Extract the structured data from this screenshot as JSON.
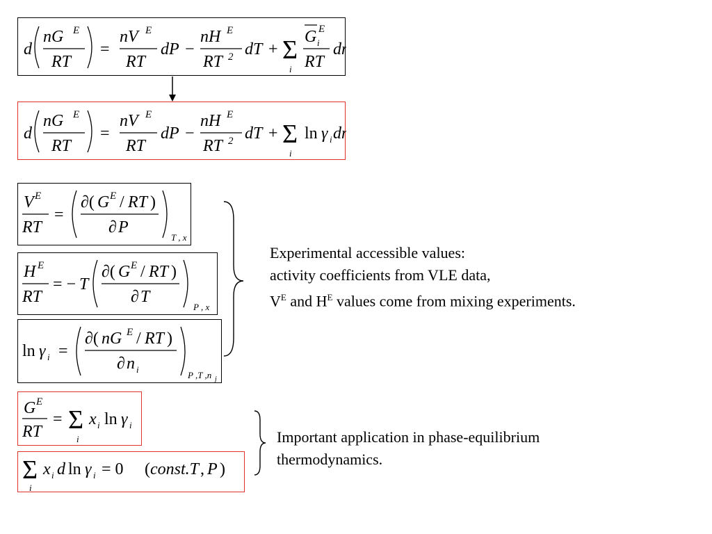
{
  "slide": {
    "note1": {
      "line1": "Experimental accessible values:",
      "line2": "activity coefficients from VLE data,",
      "line3_v": "V",
      "line3_sup1": "E",
      "line3_and": " and H",
      "line3_sup2": "E",
      "line3_rest": " values come from mixing experiments."
    },
    "note2": {
      "line1": "Important application in phase-equilibrium",
      "line2": "thermodynamics."
    },
    "colors": {
      "border": "#000000",
      "highlight": "#e0312b"
    }
  }
}
